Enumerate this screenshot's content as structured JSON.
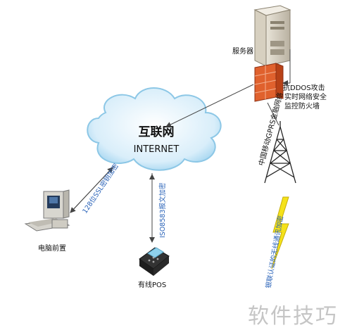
{
  "cloud": {
    "title": "互联网",
    "subtitle": "INTERNET"
  },
  "server": {
    "label": "服务器"
  },
  "firewall": {
    "label_lines": [
      "抗DDOS攻击",
      "实时网络安全",
      "监控防火墙"
    ]
  },
  "tower": {
    "gprs_label": "中国移动GPRS金融网络"
  },
  "wireless": {
    "label": "银联认证的无线通讯加密"
  },
  "pc": {
    "label": "电脑前置",
    "link_label": "128位SSL密钥加密"
  },
  "pos": {
    "label": "有线POS",
    "link_label": "ISO8583报文加密"
  },
  "watermark": "软件技巧",
  "colors": {
    "cloud": "#9fd3ef",
    "firewall": "#e0612d",
    "link_text": "#2a63b8",
    "bolt": "#f5e21a"
  }
}
